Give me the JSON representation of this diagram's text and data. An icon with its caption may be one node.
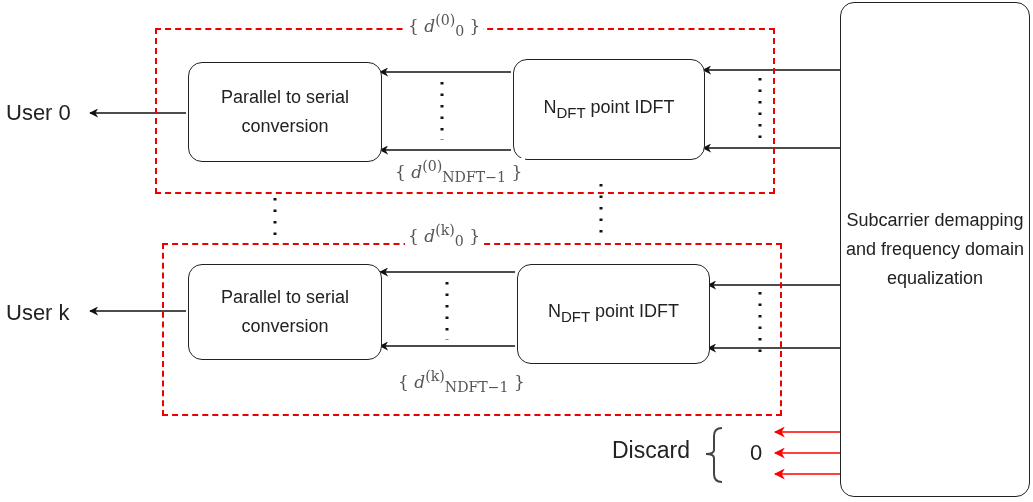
{
  "diagram": {
    "nodes": [
      {
        "text": [],
        "shape": "box"
      },
      {
        "text": [
          "Parallel to serial conversion"
        ],
        "in": 0
      },
      {
        "text": [
          "N$_{DFT}$ point IDFT"
        ],
        "in": 0
      },
      {
        "text": [],
        "shape": "box"
      },
      {
        "text": [
          "Parallel to serial conversion"
        ],
        "in": 3
      },
      {
        "text": [
          "N$_{DFT}$ point IDFT"
        ],
        "in": 3
      },
      {
        "text": [
          "Subcarrier demapping and frequency domain equalization"
        ]
      },
      {
        "text": [
          "User 0"
        ]
      },
      {
        "text": [
          "User k"
        ]
      },
      {
        "text": [
          "0"
        ],
        "beside": [
          "Discard"
        ]
      }
    ],
    "edges": [
      {
        "from": 6,
        "to": 2,
        "arrow": "to"
      },
      {
        "from": 6,
        "to": 2,
        "arrow": "to"
      },
      {
        "from": 2,
        "to": 1,
        "arrow": "to"
      },
      {
        "from": 2,
        "to": 1,
        "arrow": "to"
      },
      {
        "from": 1,
        "to": 7,
        "arrow": "to"
      },
      {
        "from": 6,
        "to": 5,
        "arrow": "to"
      },
      {
        "from": 6,
        "to": 5,
        "arrow": "to"
      },
      {
        "from": 5,
        "to": 4,
        "arrow": "to"
      },
      {
        "from": 5,
        "to": 4,
        "arrow": "to"
      },
      {
        "from": 4,
        "to": 8,
        "arrow": "to"
      },
      {
        "from": 6,
        "to": 9,
        "arrow": "to",
        "color": "#ff0000"
      },
      {
        "from": 6,
        "to": 9,
        "arrow": "to",
        "color": "#ff0000"
      },
      {
        "from": 6,
        "to": 9,
        "arrow": "to",
        "color": "#ff0000"
      }
    ],
    "labels": [
      "{ *d*$^{(0)}$$_{0}$ }",
      "{ *d*$^{(0)}$$_{NDFT−1}$ }",
      "{ *d*$^{(k)}$$_{0}$ }",
      "{ *d*$^{(k)}$$_{NDFT−1}$ }"
    ]
  }
}
